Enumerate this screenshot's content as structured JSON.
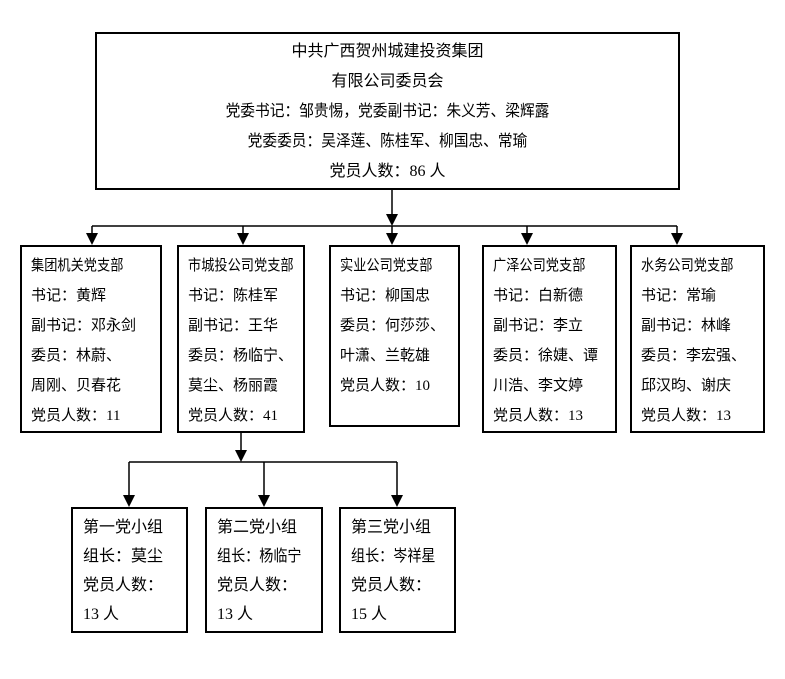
{
  "org": {
    "root": {
      "lines": [
        "中共广西贺州城建投资集团",
        "有限公司委员会",
        "党委书记：邹贵惕，党委副书记：朱义芳、梁辉露",
        "党委委员：吴泽莲、陈桂军、柳国忠、常瑜",
        "党员人数：86 人"
      ]
    },
    "branches": [
      {
        "lines": [
          "集团机关党支部",
          "书记：黄辉",
          "副书记：邓永剑",
          "委员：林蔚、",
          "周刚、贝春花",
          "党员人数：11"
        ]
      },
      {
        "lines": [
          "市城投公司党支部",
          "书记：陈桂军",
          "副书记：王华",
          "委员：杨临宁、",
          "莫尘、杨丽霞",
          "党员人数：41"
        ],
        "children": [
          {
            "lines": [
              "第一党小组",
              "组长：莫尘",
              "党员人数：",
              "13 人"
            ]
          },
          {
            "lines": [
              "第二党小组",
              "组长：杨临宁",
              "党员人数：",
              "13 人"
            ]
          },
          {
            "lines": [
              "第三党小组",
              "组长：岑祥星",
              "党员人数：",
              "15 人"
            ]
          }
        ]
      },
      {
        "lines": [
          "实业公司党支部",
          "书记：柳国忠",
          "委员：何莎莎、",
          "叶潇、兰乾雄",
          "党员人数：10"
        ]
      },
      {
        "lines": [
          "广泽公司党支部",
          "书记：白新德",
          "副书记：李立",
          "委员：徐婕、谭",
          "川浩、李文婷",
          "党员人数：13"
        ]
      },
      {
        "lines": [
          "水务公司党支部",
          "书记：常瑜",
          "副书记：林峰",
          "委员：李宏强、",
          "邱汉昀、谢庆",
          "党员人数：13"
        ]
      }
    ],
    "line_color": "#000000"
  }
}
